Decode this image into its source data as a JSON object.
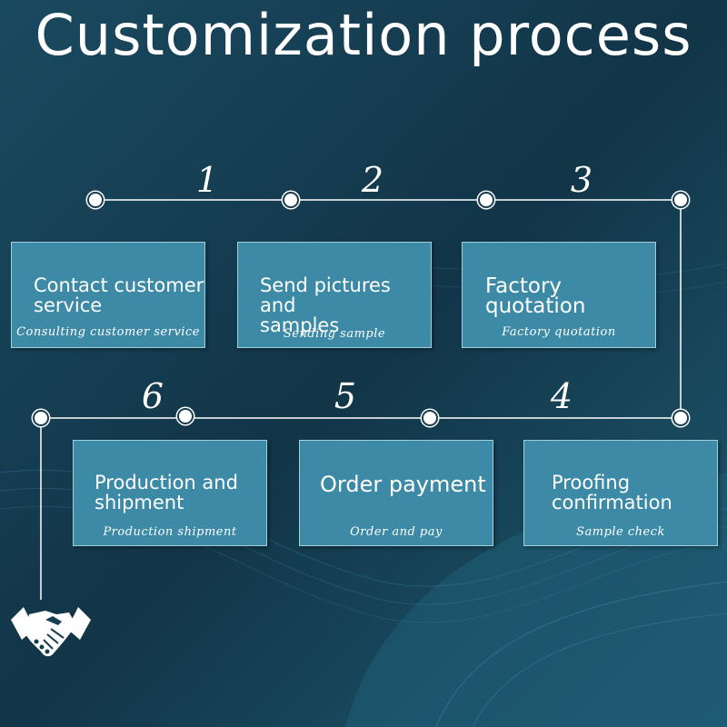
{
  "title": "Customization process",
  "steps": [
    {
      "number": "1",
      "title": "Contact customer\nservice",
      "subtitle": "Consulting customer service"
    },
    {
      "number": "2",
      "title": "Send pictures and\nsamples",
      "subtitle": "Sending sample"
    },
    {
      "number": "3",
      "title": "Factory quotation",
      "subtitle": "Factory quotation"
    },
    {
      "number": "4",
      "title": "Proofing\nconfirmation",
      "subtitle": "Sample check"
    },
    {
      "number": "5",
      "title": "Order payment",
      "subtitle": "Order and pay"
    },
    {
      "number": "6",
      "title": "Production and\nshipment",
      "subtitle": "Production shipment"
    }
  ],
  "icons": {
    "final": "handshake-icon"
  },
  "colors": {
    "background": "#163e52",
    "card": "#3d8aa6",
    "line": "#ffffff"
  }
}
